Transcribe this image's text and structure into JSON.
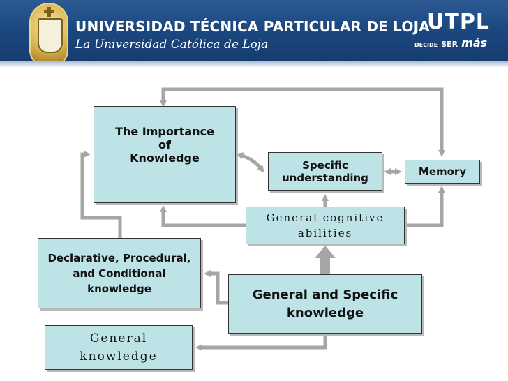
{
  "header": {
    "university_name": "UNIVERSIDAD TÉCNICA PARTICULAR DE LOJA",
    "subtitle": "La Universidad Católica de Loja",
    "brand": "UTPL",
    "tagline_decide": "DECIDE",
    "tagline_ser": "SER",
    "tagline_mas": "más",
    "colors": {
      "banner": "#1b477f",
      "box_fill": "#bde3e6",
      "arrow": "#a6a6a6"
    }
  },
  "diagram": {
    "importance": "The Importance\nof\nKnowledge",
    "specific_understanding": "Specific\nunderstanding",
    "memory": "Memory",
    "general_cognitive": "General cognitive\nabilities",
    "declarative": "Declarative, Procedural,\nand Conditional\nknowledge",
    "general_specific": "General and Specific\nknowledge",
    "general_knowledge": "General\nknowledge"
  }
}
